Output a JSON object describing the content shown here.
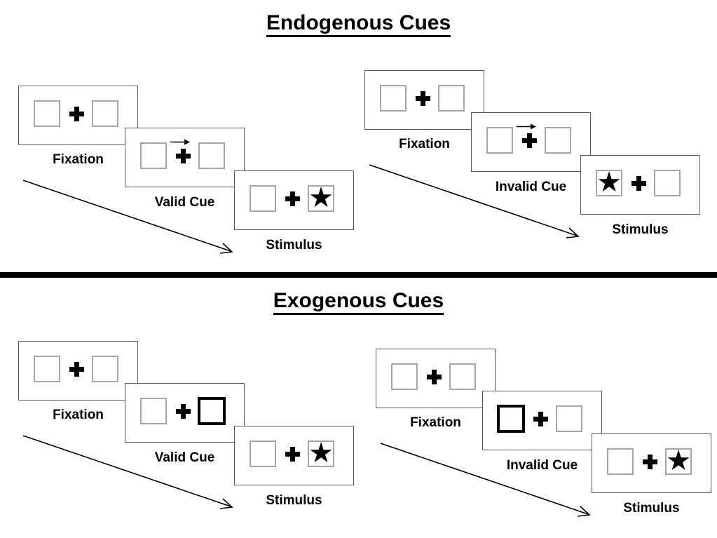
{
  "sections": [
    {
      "title": "Endogenous Cues",
      "groups": [
        {
          "condition": "valid",
          "cue_type": "central-arrow-right",
          "target_side": "right",
          "panels": [
            {
              "label": "Fixation"
            },
            {
              "label": "Valid Cue"
            },
            {
              "label": "Stimulus"
            }
          ]
        },
        {
          "condition": "invalid",
          "cue_type": "central-arrow-right",
          "target_side": "left",
          "panels": [
            {
              "label": "Fixation"
            },
            {
              "label": "Invalid Cue"
            },
            {
              "label": "Stimulus"
            }
          ]
        }
      ]
    },
    {
      "title": "Exogenous Cues",
      "groups": [
        {
          "condition": "valid",
          "cue_type": "peripheral-box-right",
          "target_side": "right",
          "panels": [
            {
              "label": "Fixation"
            },
            {
              "label": "Valid Cue"
            },
            {
              "label": "Stimulus"
            }
          ]
        },
        {
          "condition": "invalid",
          "cue_type": "peripheral-box-left",
          "target_side": "right",
          "panels": [
            {
              "label": "Fixation"
            },
            {
              "label": "Invalid Cue"
            },
            {
              "label": "Stimulus"
            }
          ]
        }
      ]
    }
  ],
  "glyphs": {
    "star": "★"
  },
  "colors": {
    "panel_border": "#595959",
    "placeholder_border": "#a6a6a6",
    "ink": "#000000",
    "background": "#ffffff"
  }
}
